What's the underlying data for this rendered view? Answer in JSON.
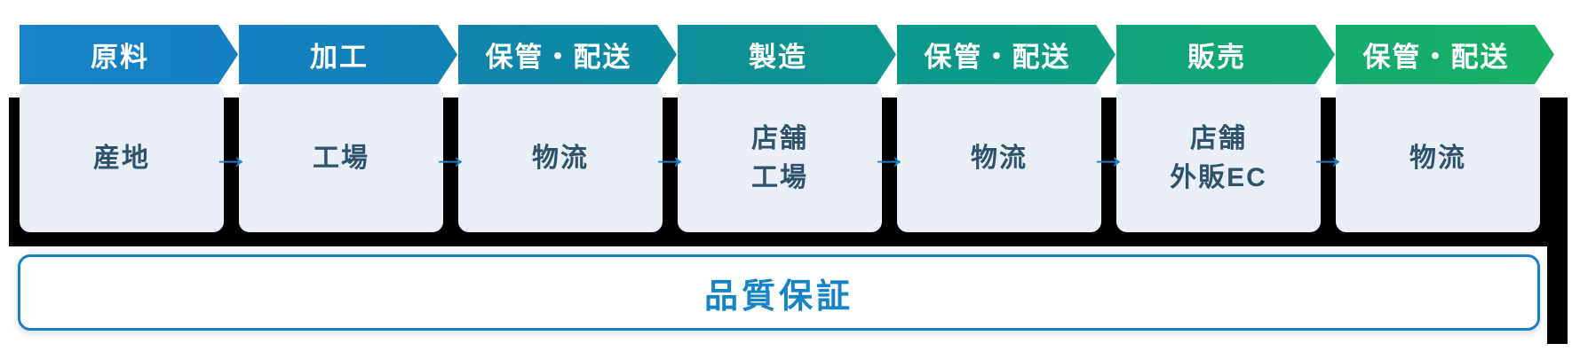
{
  "diagram": {
    "stages": [
      {
        "phase": "原料",
        "node_lines": [
          "産地",
          ""
        ],
        "arrow_colors": [
          "#1982c9",
          "#1580c2"
        ]
      },
      {
        "phase": "加工",
        "node_lines": [
          "工場",
          ""
        ],
        "arrow_colors": [
          "#1580c2",
          "#1182b4"
        ]
      },
      {
        "phase": "保管・配送",
        "node_lines": [
          "物流",
          ""
        ],
        "arrow_colors": [
          "#1084ad",
          "#0d8c9f"
        ]
      },
      {
        "phase": "製造",
        "node_lines": [
          "店舗",
          "工場"
        ],
        "arrow_colors": [
          "#0d8e9b",
          "#0c968d"
        ]
      },
      {
        "phase": "保管・配送",
        "node_lines": [
          "物流",
          ""
        ],
        "arrow_colors": [
          "#0b978d",
          "#0e9f7e"
        ]
      },
      {
        "phase": "販売",
        "node_lines": [
          "店舗",
          "外販EC"
        ],
        "arrow_colors": [
          "#0fa37a",
          "#12a972"
        ]
      },
      {
        "phase": "保管・配送",
        "node_lines": [
          "物流",
          ""
        ],
        "arrow_colors": [
          "#13aa70",
          "#17b166"
        ]
      }
    ],
    "connector_glyph": "→",
    "footer_label": "品質保証",
    "colors": {
      "node_fill": "#e9eef7",
      "node_text": "#30536d",
      "connector_blue": "#1e83cb",
      "footer_border": "#1b7fc4",
      "footer_text": "#1584c7",
      "backdrop": "#000000"
    }
  }
}
